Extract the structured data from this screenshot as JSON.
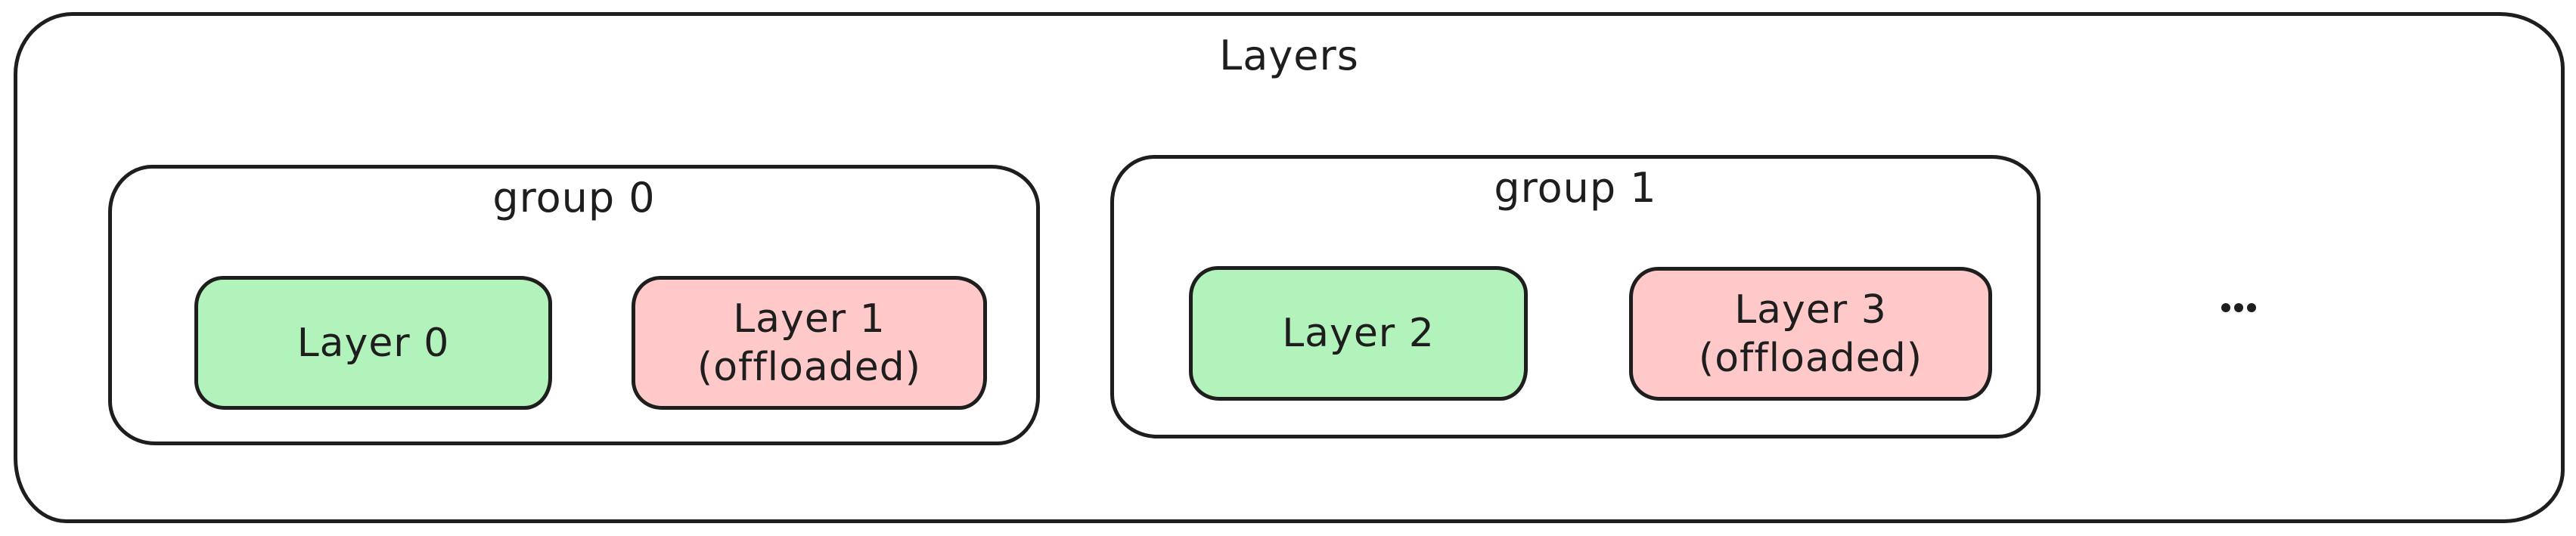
{
  "diagram": {
    "title": "Layers",
    "ellipsis": "...",
    "groups": [
      {
        "label": "group 0",
        "layers": [
          {
            "name": "Layer 0",
            "state": "green"
          },
          {
            "name": "Layer 1",
            "status": "(offloaded)",
            "state": "pink"
          }
        ]
      },
      {
        "label": "group 1",
        "layers": [
          {
            "name": "Layer 2",
            "state": "green"
          },
          {
            "name": "Layer 3",
            "status": "(offloaded)",
            "state": "pink"
          }
        ]
      }
    ]
  },
  "colors": {
    "stroke": "#1e1e1e",
    "green-fill": "#b2f2bb",
    "pink-fill": "#ffc9c9",
    "background": "#ffffff"
  }
}
